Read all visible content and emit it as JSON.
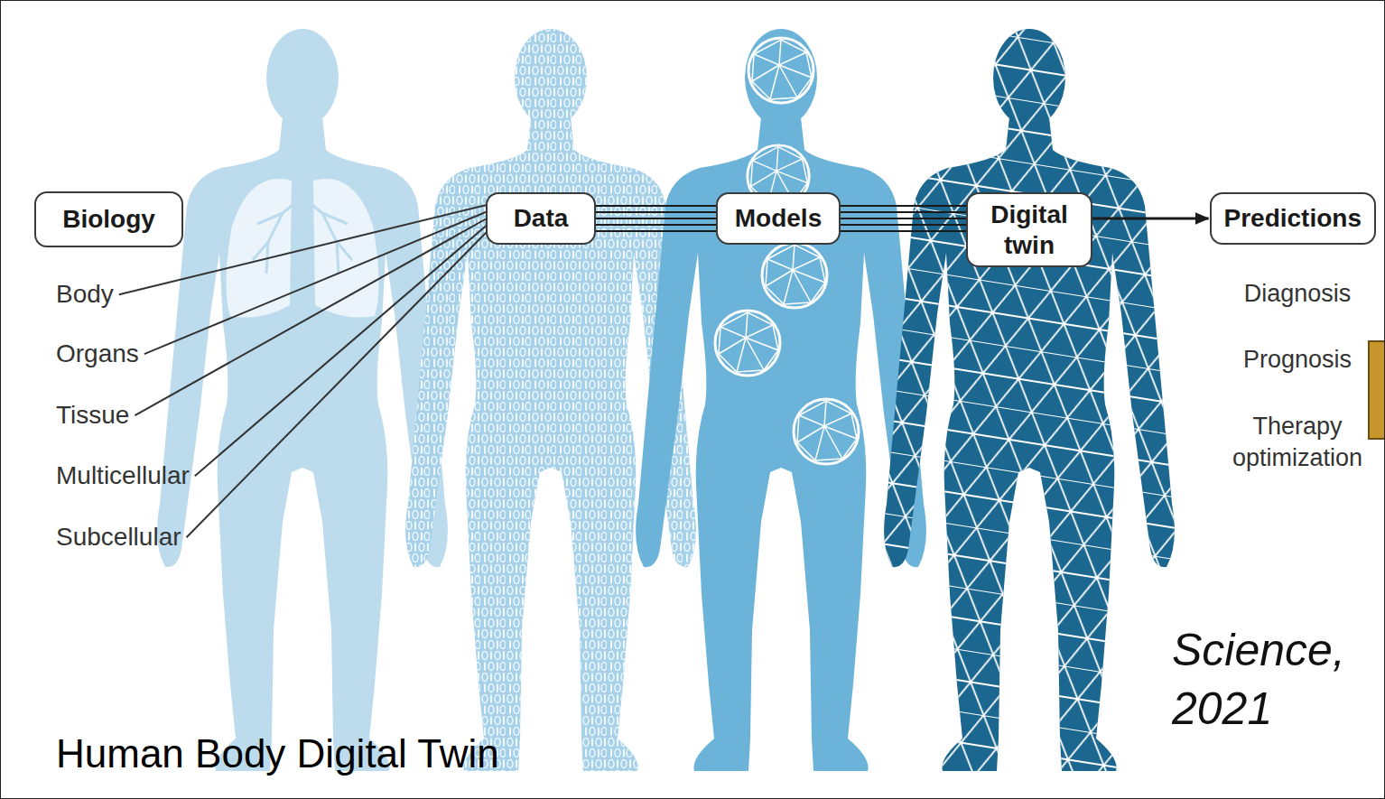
{
  "diagram": {
    "title": "Human Body Digital Twin",
    "nodes": [
      {
        "text": [
          "Biology"
        ]
      },
      {
        "text": [
          "Data"
        ]
      },
      {
        "text": [
          "Models"
        ]
      },
      {
        "text": [
          "Digital twin"
        ]
      },
      {
        "text": [
          "Predictions"
        ]
      }
    ],
    "edges": [
      {
        "from": 1,
        "to": 2,
        "arrow": "none"
      },
      {
        "from": 2,
        "to": 3,
        "arrow": "none"
      },
      {
        "from": 3,
        "to": 4,
        "arrow": "to"
      }
    ],
    "labels": [
      "Body",
      "Organs",
      "Tissue",
      "Multicellular",
      "Subcellular",
      "Diagnosis",
      "Prognosis",
      "Therapy optimization",
      "Science, 2021"
    ]
  }
}
